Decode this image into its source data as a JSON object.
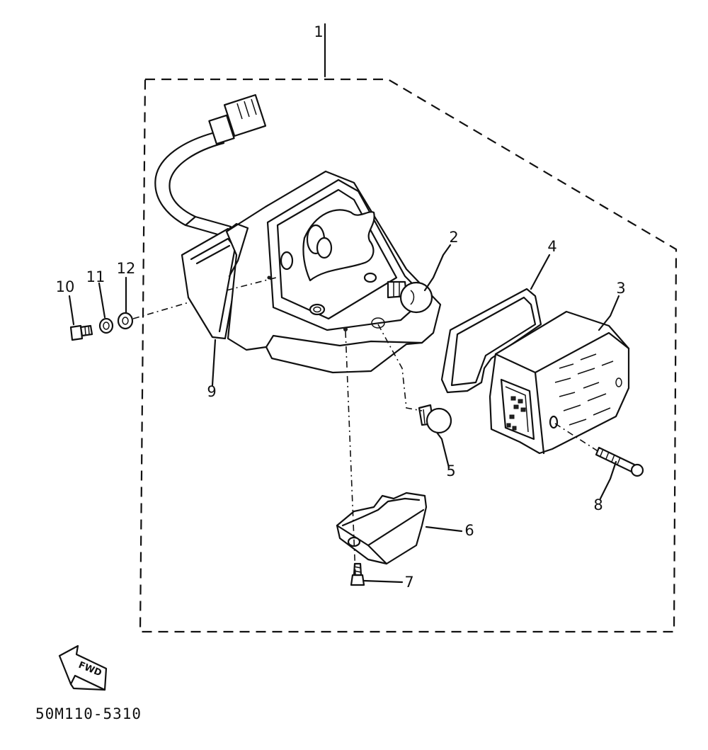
{
  "diagram": {
    "assembly_number": "1",
    "callouts": [
      "2",
      "3",
      "4",
      "5",
      "6",
      "7",
      "8",
      "9",
      "10",
      "11",
      "12"
    ],
    "fwd_label": "FWD",
    "drawing_code": "50M110-5310",
    "line_color": "#111111",
    "background_color": "#ffffff",
    "icons": {
      "forward_arrow": "fwd-arrow-icon"
    }
  }
}
